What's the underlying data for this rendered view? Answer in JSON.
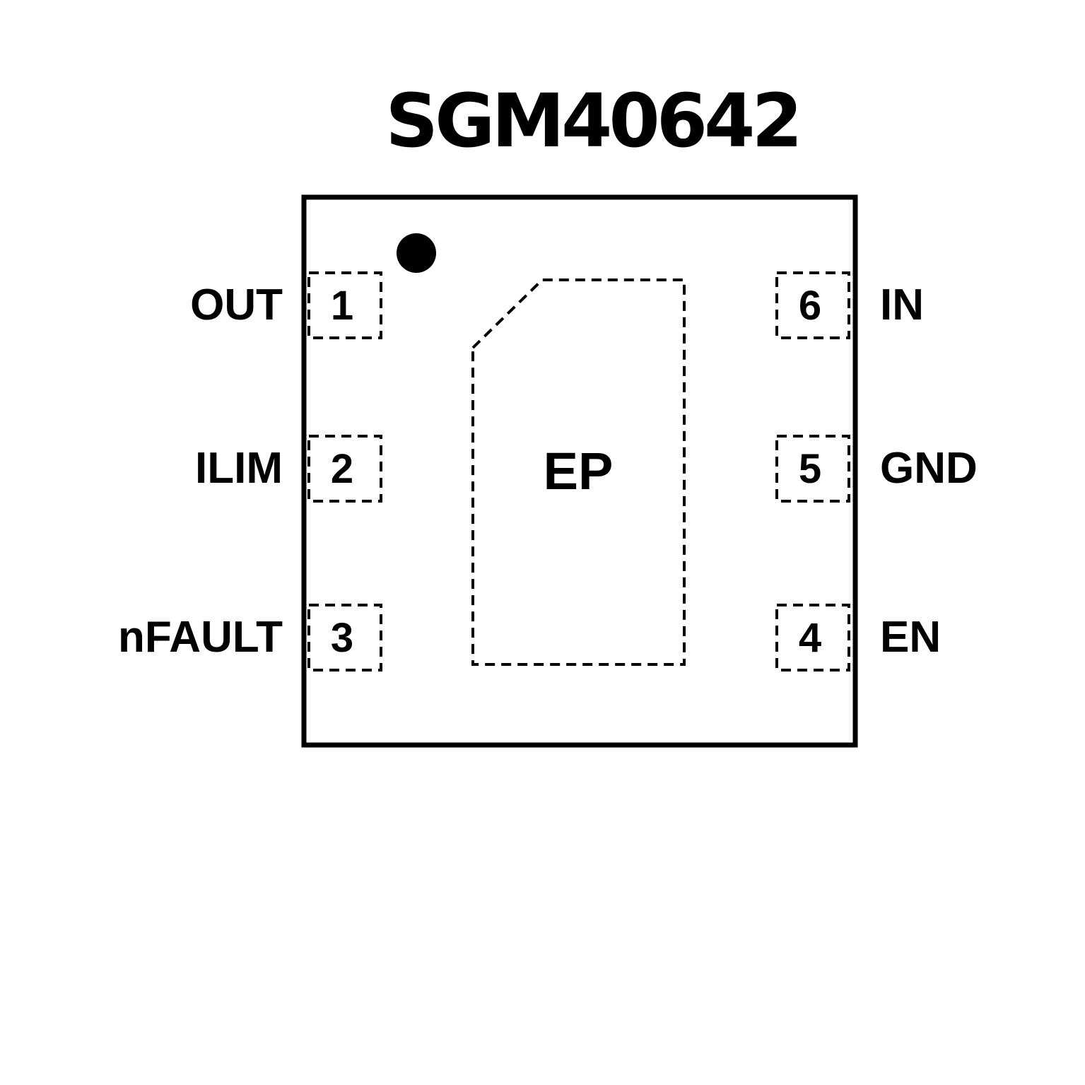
{
  "title": "SGM40642",
  "exposed_pad_label": "EP",
  "pins_left": [
    {
      "number": "1",
      "name": "OUT"
    },
    {
      "number": "2",
      "name": "ILIM"
    },
    {
      "number": "3",
      "name": "nFAULT"
    }
  ],
  "pins_right": [
    {
      "number": "6",
      "name": "IN"
    },
    {
      "number": "5",
      "name": "GND"
    },
    {
      "number": "4",
      "name": "EN"
    }
  ],
  "colors": {
    "line": "#000000",
    "background": "#ffffff"
  }
}
